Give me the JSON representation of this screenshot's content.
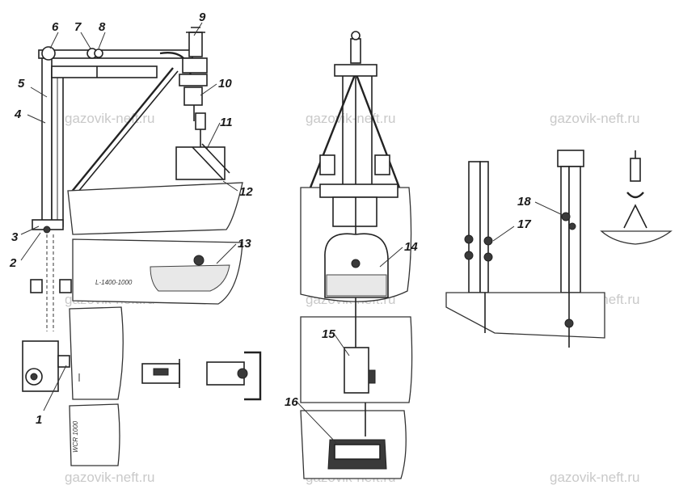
{
  "watermark": {
    "text": "gazovik-neft.ru",
    "color": "#c9c9c9"
  },
  "callouts": [
    "1",
    "2",
    "3",
    "4",
    "5",
    "6",
    "7",
    "8",
    "9",
    "10",
    "11",
    "12",
    "13",
    "14",
    "15",
    "16",
    "17",
    "18"
  ],
  "etched_text": {
    "vessel_13": "L-1400-1000",
    "bottom_tag": "WCR 1000"
  },
  "colors": {
    "ink": "#222222",
    "background": "#ffffff"
  }
}
